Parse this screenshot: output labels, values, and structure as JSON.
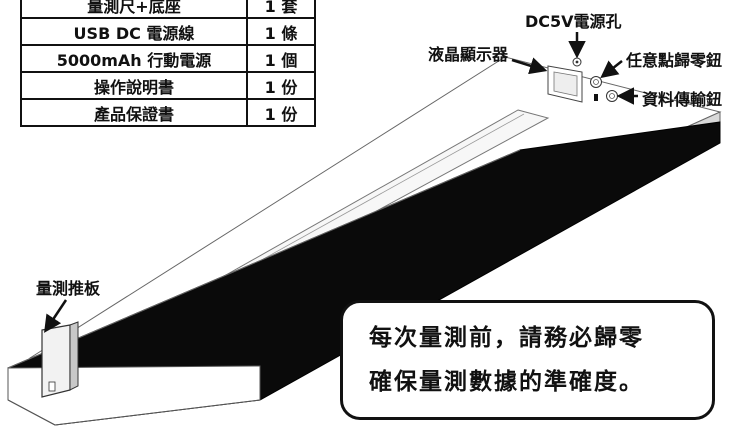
{
  "contents": {
    "rows": [
      {
        "item": "量測尺+底座",
        "qty": "1 套"
      },
      {
        "item": "USB DC 電源線",
        "qty": "1 條"
      },
      {
        "item": "5000mAh 行動電源",
        "qty": "1 個"
      },
      {
        "item": "操作說明書",
        "qty": "1 份"
      },
      {
        "item": "產品保證書",
        "qty": "1 份"
      }
    ]
  },
  "callouts": {
    "power_jack": "DC5V電源孔",
    "lcd": "液晶顯示器",
    "zero_button": "任意點歸零鈕",
    "data_button": "資料傳輸鈕",
    "push_plate": "量測推板"
  },
  "notice": {
    "line1": "每次量測前，請務必歸零",
    "line2": "確保量測數據的準確度。"
  }
}
